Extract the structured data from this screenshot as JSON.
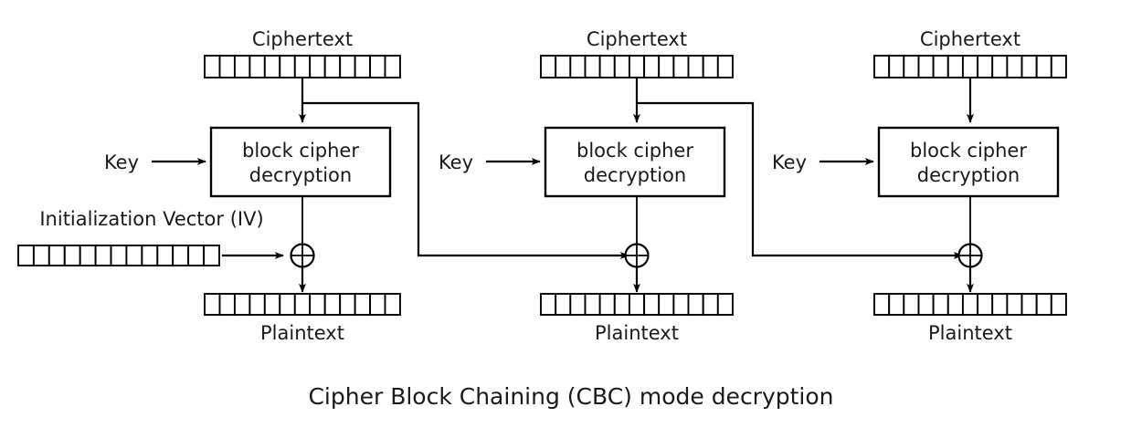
{
  "diagram": {
    "title": "Cipher Block Chaining (CBC) mode decryption",
    "labels": {
      "ciphertext": "Ciphertext",
      "plaintext": "Plaintext",
      "key": "Key",
      "iv": "Initialization Vector (IV)",
      "cipher_box_line1": "block cipher",
      "cipher_box_line2": "decryption",
      "xor": "⊕"
    },
    "colors": {
      "background": "#ffffff",
      "stroke": "#000000",
      "text": "#1a1a1a"
    },
    "block_cells": 13,
    "stages": [
      {
        "index": 1,
        "ciphertext_label": "Ciphertext",
        "plaintext_label": "Plaintext",
        "key_label": "Key",
        "box_line1": "block cipher",
        "box_line2": "decryption",
        "has_iv_input": true,
        "iv_label": "Initialization Vector (IV)",
        "has_feedback_out": true
      },
      {
        "index": 2,
        "ciphertext_label": "Ciphertext",
        "plaintext_label": "Plaintext",
        "key_label": "Key",
        "box_line1": "block cipher",
        "box_line2": "decryption",
        "has_iv_input": false,
        "has_feedback_out": true
      },
      {
        "index": 3,
        "ciphertext_label": "Ciphertext",
        "plaintext_label": "Plaintext",
        "key_label": "Key",
        "box_line1": "block cipher",
        "box_line2": "decryption",
        "has_iv_input": false,
        "has_feedback_out": false
      }
    ]
  }
}
